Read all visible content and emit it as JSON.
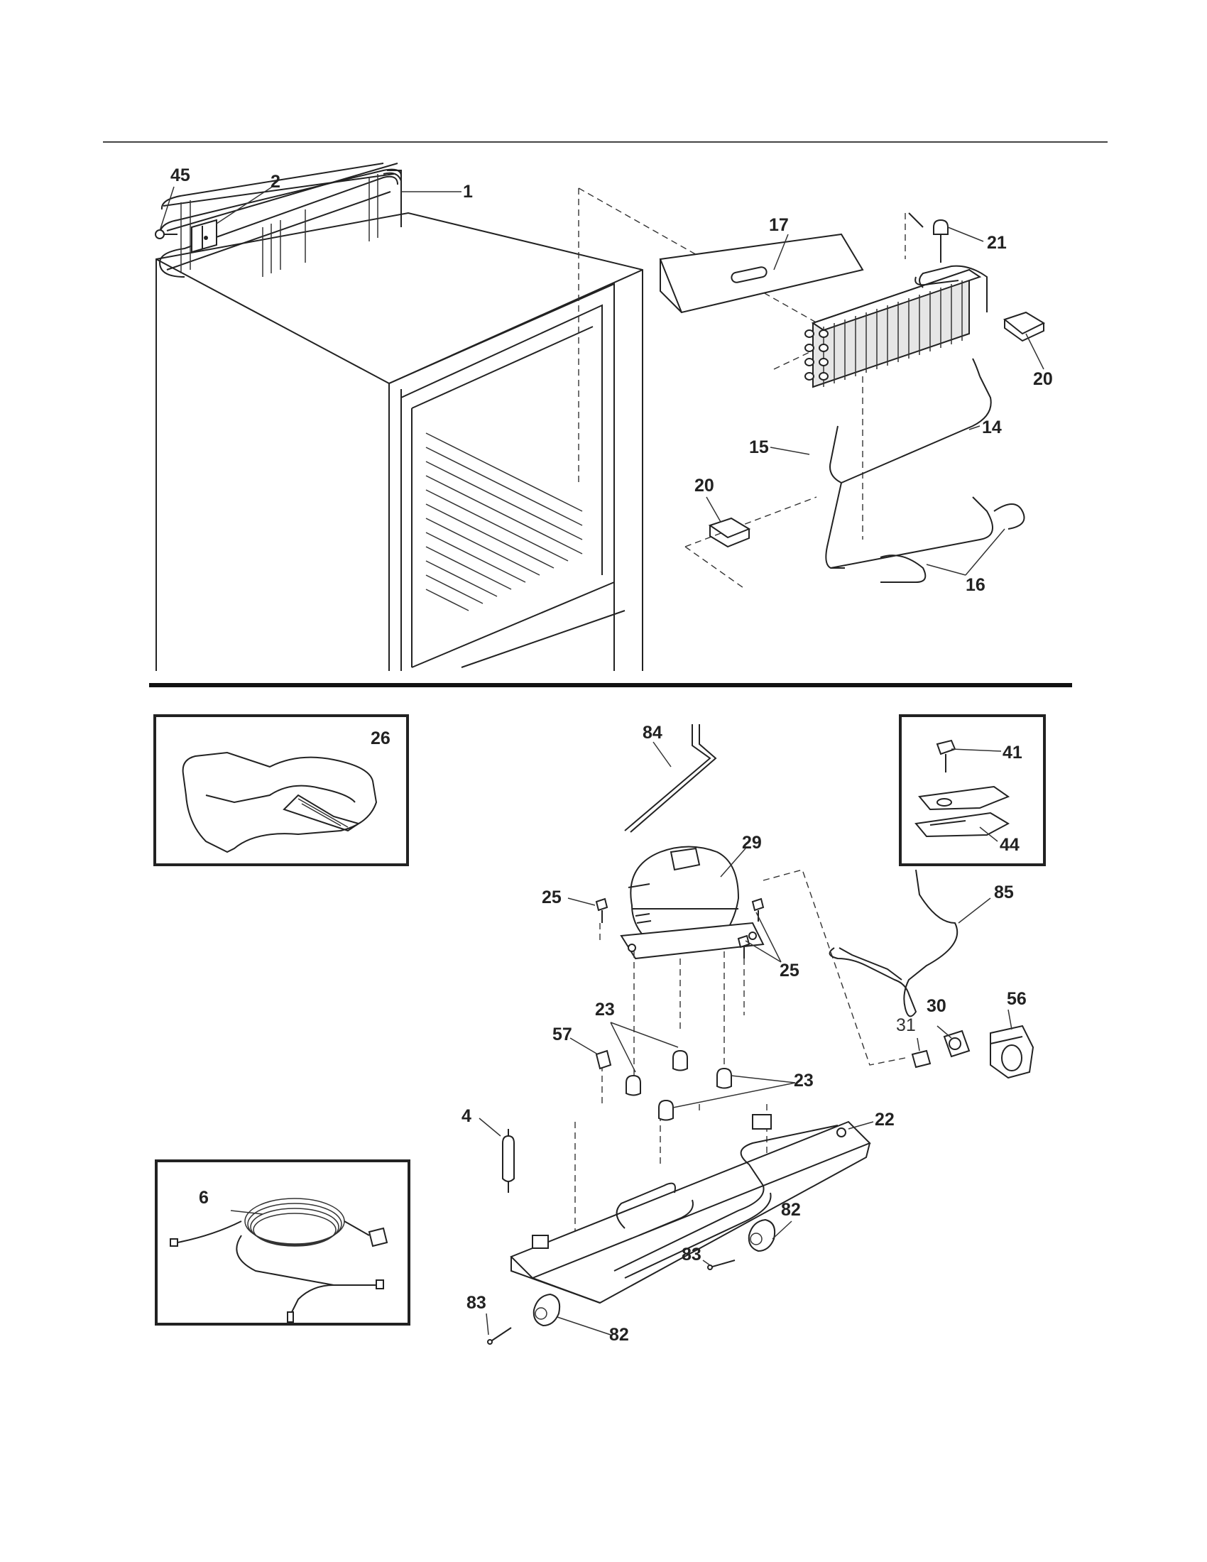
{
  "callouts": [
    {
      "id": "45",
      "text": "45"
    },
    {
      "id": "2",
      "text": "2"
    },
    {
      "id": "1",
      "text": "1"
    },
    {
      "id": "17",
      "text": "17"
    },
    {
      "id": "21",
      "text": "21"
    },
    {
      "id": "20a",
      "text": "20"
    },
    {
      "id": "14",
      "text": "14"
    },
    {
      "id": "15",
      "text": "15"
    },
    {
      "id": "20b",
      "text": "20"
    },
    {
      "id": "16",
      "text": "16"
    },
    {
      "id": "26",
      "text": "26"
    },
    {
      "id": "84",
      "text": "84"
    },
    {
      "id": "41",
      "text": "41"
    },
    {
      "id": "44",
      "text": "44"
    },
    {
      "id": "29",
      "text": "29"
    },
    {
      "id": "25a",
      "text": "25"
    },
    {
      "id": "25b",
      "text": "25"
    },
    {
      "id": "85",
      "text": "85"
    },
    {
      "id": "30",
      "text": "30"
    },
    {
      "id": "31",
      "text": "31"
    },
    {
      "id": "56",
      "text": "56"
    },
    {
      "id": "23a",
      "text": "23"
    },
    {
      "id": "57",
      "text": "57"
    },
    {
      "id": "23b",
      "text": "23"
    },
    {
      "id": "4",
      "text": "4"
    },
    {
      "id": "22",
      "text": "22"
    },
    {
      "id": "6",
      "text": "6"
    },
    {
      "id": "82a",
      "text": "82"
    },
    {
      "id": "83a",
      "text": "83"
    },
    {
      "id": "83b",
      "text": "83"
    },
    {
      "id": "82b",
      "text": "82"
    }
  ]
}
